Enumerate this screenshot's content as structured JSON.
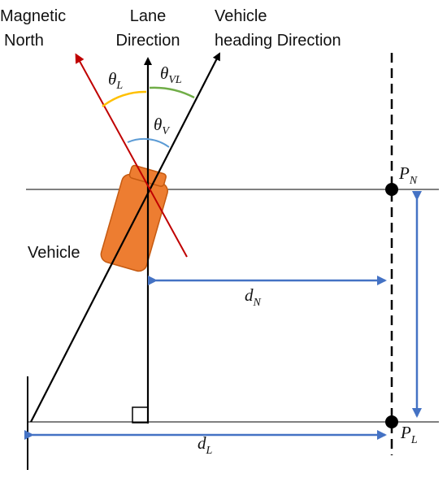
{
  "labels": {
    "magnetic_north_line1": "Magnetic",
    "magnetic_north_line2": "North",
    "lane_direction_line1": "Lane",
    "lane_direction_line2": "Direction",
    "vehicle_heading_line1": "Vehicle",
    "vehicle_heading_line2": "heading Direction",
    "vehicle": "Vehicle"
  },
  "symbols": {
    "theta_L": {
      "base": "θ",
      "sub": "L"
    },
    "theta_VL": {
      "base": "θ",
      "sub": "VL"
    },
    "theta_V": {
      "base": "θ",
      "sub": "V"
    },
    "P_N": {
      "base": "P",
      "sub": "N"
    },
    "P_L": {
      "base": "P",
      "sub": "L"
    },
    "d_N": {
      "base": "d",
      "sub": "N"
    },
    "d_L": {
      "base": "d",
      "sub": "L"
    }
  },
  "colors": {
    "magnetic_north": "#c00000",
    "lane": "#000000",
    "vehicle_heading": "#000000",
    "vehicle_body": "#ed7d31",
    "vehicle_outline": "#c55a11",
    "arc_theta_L": "#ffc000",
    "arc_theta_VL": "#70ad47",
    "arc_theta_V": "#5b9bd5",
    "measure_arrows": "#4472c4"
  }
}
